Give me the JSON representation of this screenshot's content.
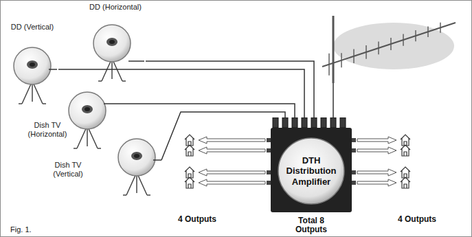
{
  "diagram": {
    "nodes": [
      {
        "text": [
          "DD (Vertical)"
        ]
      },
      {
        "text": [
          "DD (Horizontal)"
        ]
      },
      {
        "text": [
          "Dish TV (Horizontal)"
        ]
      },
      {
        "text": [
          "Dish TV (Vertical)"
        ]
      },
      {
        "text": [
          "DTH Distribution Amplifier"
        ]
      }
    ],
    "edges": [
      {
        "from": 0,
        "to": 4,
        "arrow": "none"
      },
      {
        "from": 1,
        "to": 4,
        "arrow": "none"
      },
      {
        "from": 2,
        "to": 4,
        "arrow": "none"
      },
      {
        "from": 3,
        "to": 4,
        "arrow": "none"
      }
    ],
    "labels": [
      "4 Outputs",
      "Total 8 Outputs",
      "4 Outputs",
      "Fig. 1."
    ]
  }
}
